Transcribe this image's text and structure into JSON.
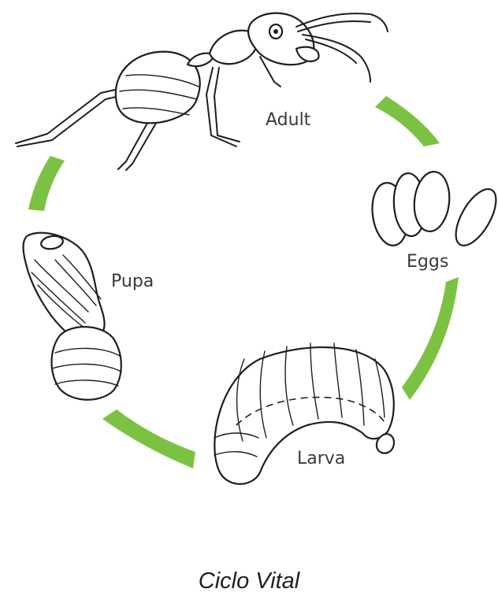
{
  "stages": [
    {
      "key": "adult",
      "label": "Adult"
    },
    {
      "key": "eggs",
      "label": "Eggs"
    },
    {
      "key": "larva",
      "label": "Larva"
    },
    {
      "key": "pupa",
      "label": "Pupa"
    }
  ],
  "caption": "Ciclo Vital",
  "colors": {
    "arrow": "#7cc242",
    "ink": "#1e1e1e",
    "label": "#3a3a3a"
  },
  "icons": [
    "ant-adult-illustration",
    "egg-illustration",
    "larva-illustration",
    "pupa-illustration"
  ]
}
